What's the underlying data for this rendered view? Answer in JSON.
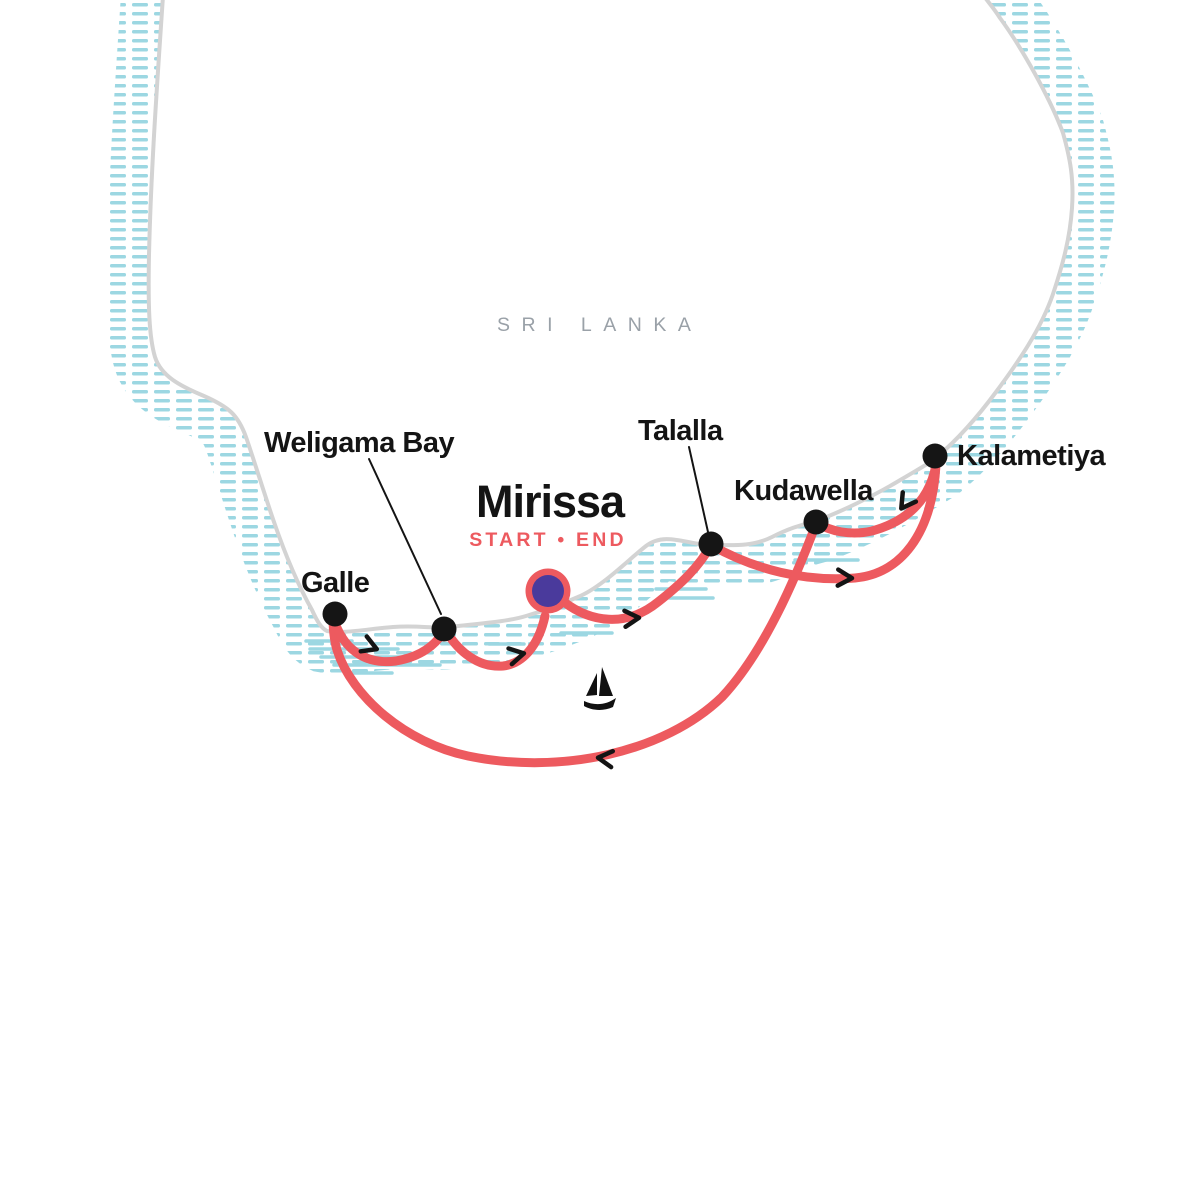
{
  "map": {
    "region_label": "SRI LANKA",
    "start": {
      "name": "Mirissa",
      "badge": "START • END"
    },
    "stops": [
      {
        "name": "Galle"
      },
      {
        "name": "Weligama Bay"
      },
      {
        "name": "Talalla"
      },
      {
        "name": "Kudawella"
      },
      {
        "name": "Kalametiya"
      }
    ],
    "route_order": [
      "Mirissa",
      "Talalla",
      "Kalametiya",
      "Kudawella",
      "Galle",
      "Weligama Bay",
      "Mirissa"
    ],
    "icons": [
      "sailboat-icon",
      "route-arrow-icon",
      "start-end-marker"
    ],
    "colors": {
      "route": "#ed5a5f",
      "start_marker": "#4a3a9c",
      "coastline": "#d3d3d3",
      "water_hatch": "#9cd7e2",
      "label_text": "#141414",
      "region_label": "#9aa1a8"
    }
  }
}
